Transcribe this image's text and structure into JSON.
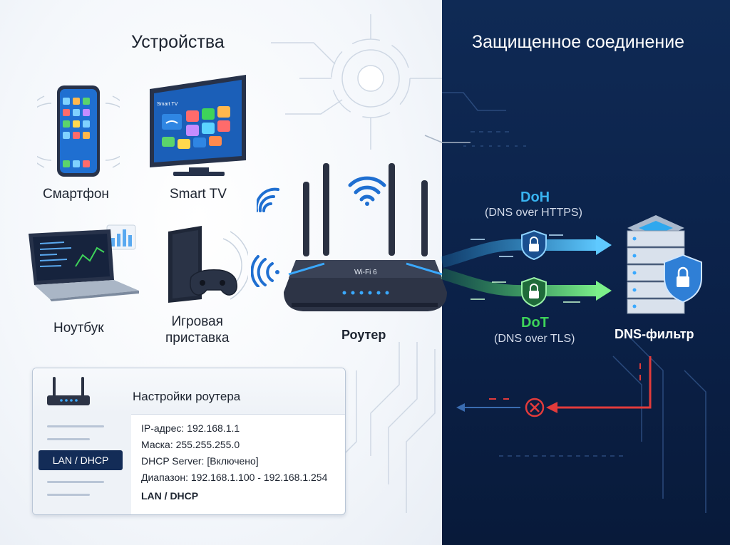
{
  "sections": {
    "devices_title": "Устройства",
    "secure_title": "Защищенное соединение"
  },
  "devices": [
    {
      "name": "smartphone",
      "label": "Смартфон"
    },
    {
      "name": "smart-tv",
      "label": "Smart TV"
    },
    {
      "name": "laptop",
      "label": "Ноутбук"
    },
    {
      "name": "game-console",
      "label": "Игровая\nприставка"
    }
  ],
  "tv_screen_caption": "Smart TV",
  "router": {
    "label": "Роутер",
    "badge": "Wi-Fi 6"
  },
  "protocols": {
    "doh": {
      "title": "DoH",
      "subtitle": "(DNS over HTTPS)"
    },
    "dot": {
      "title": "DoT",
      "subtitle": "(DNS over TLS)"
    }
  },
  "dns_filter": {
    "label": "DNS-фильтр"
  },
  "settings_panel": {
    "title": "Настройки роутера",
    "sidebar_active": "LAN / DHCP",
    "lines": [
      "IP-адрес: 192.168.1.1",
      "Маска: 255.255.255.0",
      "DHCP Server: [Включено]",
      "Диапазон: 192.168.1.100 - 192.168.1.254"
    ],
    "footer": "LAN / DHCP"
  },
  "colors": {
    "dark_navy": "#0b2148",
    "doh_blue": "#2fa8ee",
    "dot_green": "#3ed35a",
    "block_red": "#e23b3b",
    "router_led": "#3aa9ff"
  },
  "icons": [
    "wifi-icon",
    "shield-lock-icon",
    "block-x-icon",
    "router-icon",
    "server-icon"
  ]
}
